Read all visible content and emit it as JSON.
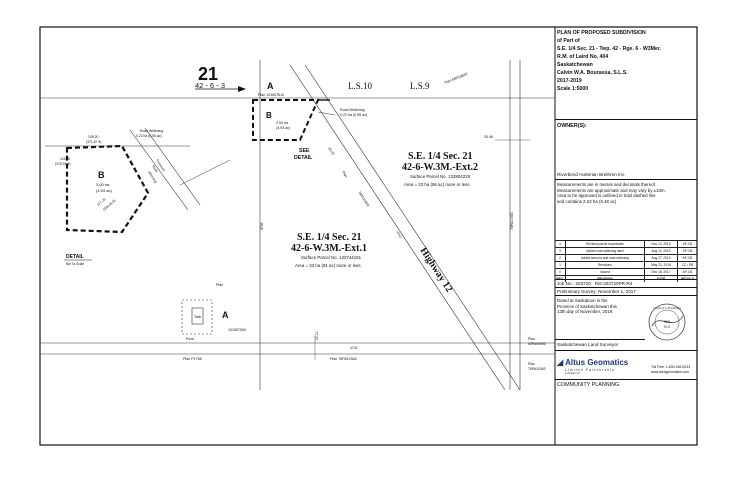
{
  "title_block": {
    "lines": [
      "PLAN OF PROPOSED SUBDIVISION",
      "of Part of",
      "S.E. 1/4 Sec. 21 - Twp. 42 - Rge. 6 - W3Mer.",
      "R.M. of Laird No. 404",
      "Saskatchewan",
      "Calvin W.A. Bourassa, S.L.S.",
      "2017-2019",
      "Scale 1:5000"
    ]
  },
  "owner": {
    "label": "OWNER(S):",
    "name": "Riverbend Hutterian Brethren Inc."
  },
  "notes": {
    "line1": "Measurements are in metres and decimals thereof.",
    "line2": "Measurements are approximate and may vary by ±10m.",
    "line3": "Area to be approved is outlined in bold dashed line",
    "line4": "and contains 2.22 ha (5.48 ac)"
  },
  "revisions": {
    "rows": [
      {
        "no": "4",
        "desc": "Revised parcel boundaries",
        "date": "Nov 13, 2019",
        "init": "AP-CB"
      },
      {
        "no": "3",
        "desc": "Added road widening label",
        "date": "Aug 12, 2019",
        "init": "AP-CB"
      },
      {
        "no": "2",
        "desc": "Added area ha and road widening",
        "date": "Aug 27, 2019",
        "init": "AP-CB"
      },
      {
        "no": "1",
        "desc": "Revisions",
        "date": "May 23, 2018",
        "init": "CC / PB"
      },
      {
        "no": "0",
        "desc": "Issued",
        "date": "Dec 18, 2017",
        "init": "AP-CB"
      }
    ],
    "header": {
      "no": "REV.",
      "desc": "REVISION",
      "date": "DATE",
      "init": "INITIALS"
    }
  },
  "job": {
    "job_no": "Job No.: 203720",
    "file": "File:203720PR-R4"
  },
  "preliminary": "Preliminary Survey: November 1, 2017",
  "dated": {
    "line1": "Dated at Saskatoon in the",
    "line2": "Province of Saskatchewan this",
    "line3": "13th day of November, 2019."
  },
  "seal": {
    "top": "CALVIN W.A. BOURASSA",
    "num": "365",
    "sls": "SLS"
  },
  "surveyor_label": "Saskatchewan Land Surveyor",
  "company": {
    "name": "Altus Geomatics",
    "sub": "Limited Partnership",
    "tag": "a division of ..."
  },
  "contact": {
    "phone": "Toll Free: 1-800-465-6233",
    "web": "www.altusgeomatics.com"
  },
  "community": "COMMUNITY PLANNING",
  "map": {
    "section_number": "21",
    "section_code": "42 - 6 - 3",
    "ls10": "L.S.10",
    "ls9": "L.S.9",
    "letter_a_top": "A",
    "letter_a_left": "A",
    "plan_top": "Plan 101507610",
    "plan_se": "Plan 59P10625",
    "road_widening_top": "Road Widening",
    "road_widening_top_area": "0.22 ha (0.55 ac)",
    "b_label": "B",
    "b_area": "2.00 ha",
    "b_area2": "(4.93 ac)",
    "see_detail_1": "SEE",
    "see_detail_2": "DETAIL",
    "ext2_title_1": "S.E. 1/4 Sec. 21",
    "ext2_title_2": "42-6-W.3M.-Ext.2",
    "ext2_parcel": "Surface Parcel No. 132904229",
    "ext2_area": "Area = 23 ha (56 ac) more or less",
    "ext1_title_1": "S.E. 1/4 Sec. 21",
    "ext1_title_2": "42-6-W.3M.-Ext.1",
    "ext1_parcel": "Surface Parcel No. 132744191",
    "ext1_area": "Area = 33 ha (81 ac) more or less",
    "highway": "Highway 12",
    "plan_left": "Plan",
    "plan_101": "101507509",
    "tank": "Tank",
    "pond": "Pond",
    "plan_p1758": "Plan P1758",
    "plan_78pa": "Plan 78PA10363",
    "plan_r1": "Plan",
    "plan_r1b": "65PA06956",
    "plan_r2": "Plan",
    "plan_r2b": "78PA10363",
    "dim_3046": "30.46",
    "dim_2012": "20.12",
    "dim_4742": "4742",
    "dim_4742v": "4742",
    "dim_2545": "25.45",
    "plan_diag": "Plan",
    "plan_78pa2": "78PA10363",
    "plan_vert": "78PA10363",
    "detail_label": "DETAIL",
    "detail_sub": "Not To Scale",
    "d_b": "B",
    "d_area": "2.00 ha",
    "d_area2": "(4.93 ac)",
    "d_dim_top": "139.20",
    "d_dim_top2": "(371.67 ft)",
    "d_dim_left": "115.50",
    "d_dim_left2": "(378.94 ft)",
    "d_dim_bot": "117.18",
    "d_dim_bot2": "(384.45 ft)",
    "d_rw": "Road Widening",
    "d_rw2": "0.22 ha (0.55 ac)",
    "d_pp": "Proposed",
    "d_pp2": "Road",
    "d_pp3": "Widening"
  }
}
